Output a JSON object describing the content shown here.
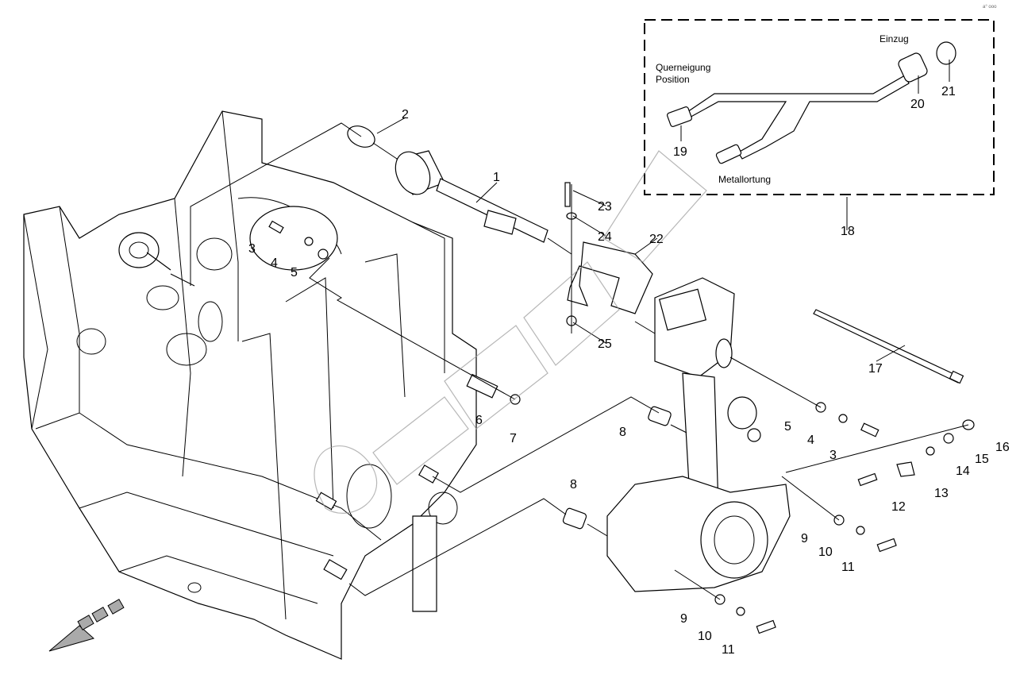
{
  "diagram": {
    "corner_mark": "a° ooo",
    "inset_labels": {
      "einzug": "Einzug",
      "querneigung": "Querneigung",
      "position": "Position",
      "metallortung": "Metallortung"
    },
    "callouts": [
      "1",
      "2",
      "3",
      "4",
      "5",
      "6",
      "7",
      "8",
      "8",
      "9",
      "10",
      "11",
      "9",
      "10",
      "11",
      "12",
      "13",
      "14",
      "15",
      "16",
      "17",
      "18",
      "19",
      "20",
      "21",
      "22",
      "23",
      "24",
      "25",
      "5",
      "4",
      "3"
    ],
    "watermark": "@BMOH"
  }
}
